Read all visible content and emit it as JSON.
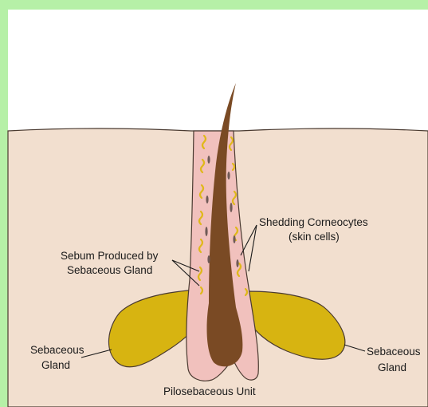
{
  "colors": {
    "frame": "#b6f0a7",
    "background": "#ffffff",
    "skin": "#f2dfcf",
    "follicle": "#f1c1bd",
    "hair": "#7a4a24",
    "gland": "#d7b411",
    "sebum": "#e0b81a",
    "cells": "#6f5a57",
    "outline": "#4a3a30"
  },
  "labels": {
    "shedding_line1": "Shedding Corneocytes",
    "shedding_line2": "(skin cells)",
    "sebum_line1": "Sebum Produced by",
    "sebum_line2": "Sebaceous Gland",
    "gland_left_line1": "Sebaceous",
    "gland_left_line2": "Gland",
    "gland_right_line1": "Sebaceous",
    "gland_right_line2": "Gland",
    "unit": "Pilosebaceous Unit"
  }
}
